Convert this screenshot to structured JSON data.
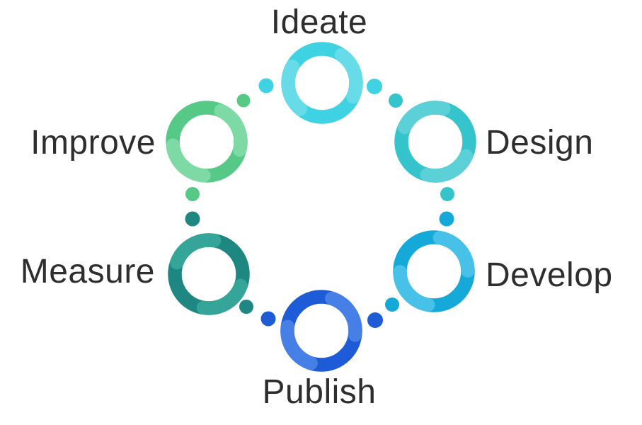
{
  "colors": {
    "label": "#2E2E2E",
    "background": "#FFFFFF"
  },
  "stages": [
    {
      "id": "ideate",
      "label": "Ideate",
      "color": "#3ED2E2",
      "highlight": "#6CDDE9"
    },
    {
      "id": "design",
      "label": "Design",
      "color": "#35C3CC",
      "highlight": "#60D2D8"
    },
    {
      "id": "develop",
      "label": "Develop",
      "color": "#15A9DA",
      "highlight": "#4CC3E8"
    },
    {
      "id": "publish",
      "label": "Publish",
      "color": "#1E5BD7",
      "highlight": "#4A84E8"
    },
    {
      "id": "measure",
      "label": "Measure",
      "color": "#1F8781",
      "highlight": "#37A89B"
    },
    {
      "id": "improve",
      "label": "Improve",
      "color": "#55C985",
      "highlight": "#82DBA8"
    }
  ]
}
